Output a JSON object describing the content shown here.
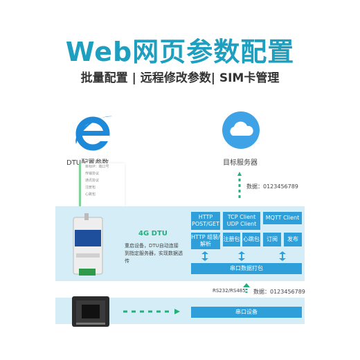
{
  "header": {
    "title": "Web网页参数配置",
    "subtitle": "批量配置 | 远程修改参数| SIM卡管理"
  },
  "left": {
    "icon": "ie-browser-icon",
    "label": "DTU配置参数",
    "panel_rows": [
      "目标IP：端口号",
      "传输协议",
      "通讯协议",
      "注册包",
      "心跳包"
    ]
  },
  "right": {
    "icon": "cloud-icon",
    "label": "目标服务器",
    "data_label": "数据：0123456789"
  },
  "dtu": {
    "title": "4G DTU",
    "description": "重启设备，DTU自动连接到指定服务器，实现数据透传"
  },
  "protocols": {
    "http_post": "HTTP POST/GET",
    "tcp_udp": "TCP Client UDP Client",
    "mqtt": "MQTT Client",
    "http_parse": "HTTP 组装/解析",
    "register": "注册包",
    "heartbeat": "心跳包",
    "subscribe": "订阅",
    "publish": "发布",
    "serial_pack": "串口数据打包"
  },
  "bottom": {
    "interface_label": "RS232/RS485",
    "data_label": "数据：0123456789",
    "serial_device": "串口设备"
  },
  "colors": {
    "accent": "#1f9fc0",
    "box_blue": "#2e9fd8",
    "band": "#d5edf6",
    "green": "#21b07a"
  }
}
